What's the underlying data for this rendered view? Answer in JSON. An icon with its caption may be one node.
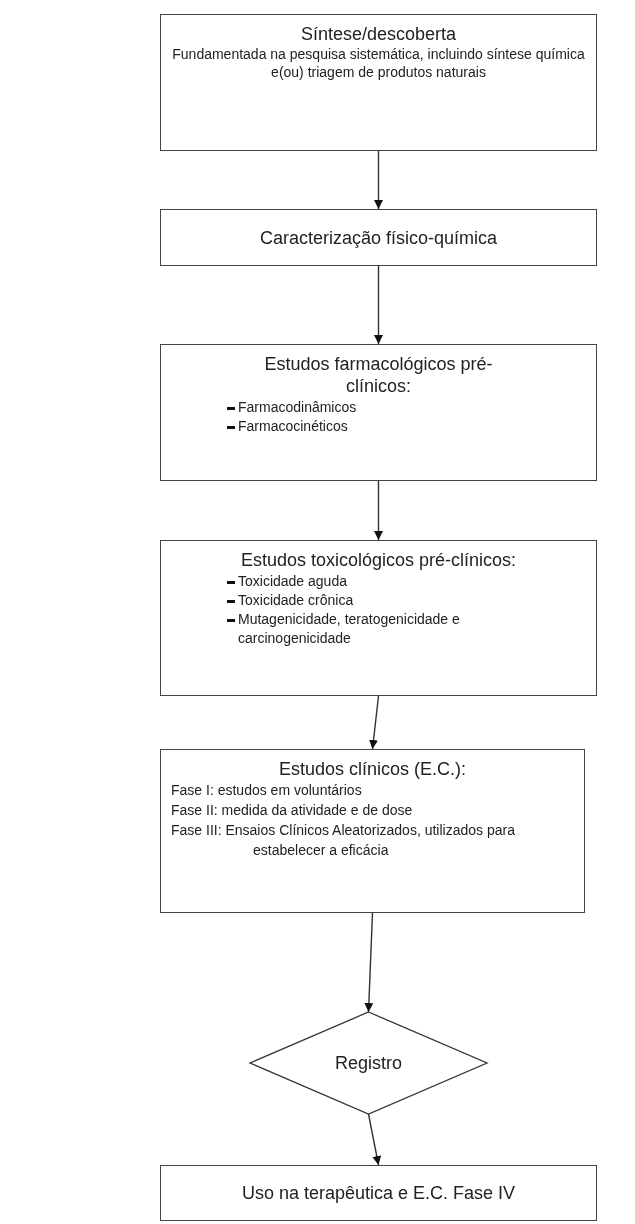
{
  "diagram": {
    "nodes": [
      {
        "text": [
          "Síntese/descoberta",
          "Fundamentada na pesquisa sistemática, incluindo síntese química e(ou) triagem de produtos naturais"
        ]
      },
      {
        "text": [
          "Caracterização físico-química"
        ]
      },
      {
        "text": [
          "Estudos farmacológicos pré-clínicos:",
          "Farmacodinâmicos",
          "Farmacocinéticos"
        ]
      },
      {
        "text": [
          "Estudos toxicológicos pré-clínicos:",
          "Toxicidade aguda",
          "Toxicidade crônica",
          "Mutagenicidade, teratogenicidade e carcinogenicidade"
        ]
      },
      {
        "text": [
          "Estudos clínicos (E.C.):",
          "Fase I: estudos em voluntários",
          "Fase II: medida da atividade e de dose",
          "Fase III: Ensaios Clínicos Aleatorizados, utilizados para estabelecer a eficácia"
        ]
      },
      {
        "text": [
          "Registro"
        ]
      },
      {
        "text": [
          "Uso na terapêutica e E.C. Fase IV"
        ]
      }
    ],
    "edges": [
      {
        "from": 0,
        "to": 1,
        "arrow": "to"
      },
      {
        "from": 1,
        "to": 2,
        "arrow": "to"
      },
      {
        "from": 2,
        "to": 3,
        "arrow": "to"
      },
      {
        "from": 3,
        "to": 4,
        "arrow": "to"
      },
      {
        "from": 4,
        "to": 5,
        "arrow": "to"
      },
      {
        "from": 5,
        "to": 6,
        "arrow": "to"
      }
    ]
  }
}
